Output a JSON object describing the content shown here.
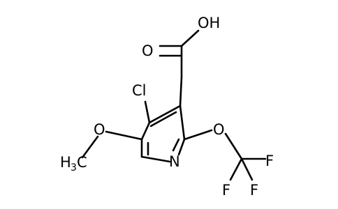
{
  "molecule": {
    "atoms": {
      "oh": "OH",
      "o_carbonyl": "O",
      "cl": "Cl",
      "o_methoxy": "O",
      "methyl_h": "H",
      "methyl_sub": "3",
      "methyl_c": "C",
      "n": "N",
      "o_ether": "O",
      "f1": "F",
      "f2": "F",
      "f3": "F"
    },
    "colors": {
      "bond": "#000000",
      "text": "#000000",
      "background": "#ffffff"
    }
  }
}
